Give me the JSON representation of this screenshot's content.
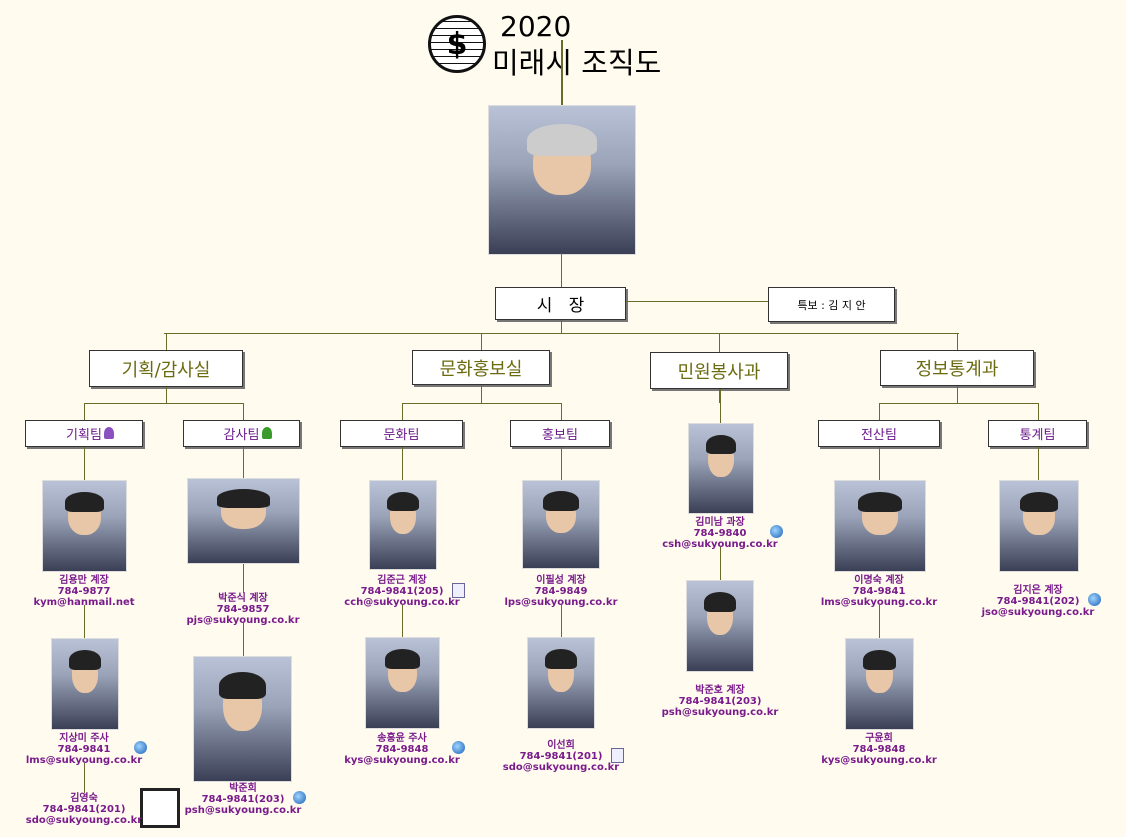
{
  "header": {
    "year": "2020",
    "title": "미래시 조직도",
    "logo": "dollar-globe-icon"
  },
  "top": {
    "mayor_label": "시   장",
    "aide_label": "특보 : 김 지 안"
  },
  "departments": [
    "기획/감사실",
    "문화홍보실",
    "민원봉사과",
    "정보통계과"
  ],
  "teams": [
    "기획팀",
    "감사팀",
    "문화팀",
    "홍보팀",
    "전산팀",
    "통계팀"
  ],
  "people": [
    {
      "name": "김용만 계장",
      "phone": "784-9877",
      "email": "kym@hanmail.net"
    },
    {
      "name": "지상미 주사",
      "phone": "784-9841",
      "email": "lms@sukyoung.co.kr"
    },
    {
      "name": "김영숙",
      "phone": "784-9841(201)",
      "email": "sdo@sukyoung.co.kr"
    },
    {
      "name": "박준식 계장",
      "phone": "784-9857",
      "email": "pjs@sukyoung.co.kr"
    },
    {
      "name": "박준희",
      "phone": "784-9841(203)",
      "email": "psh@sukyoung.co.kr"
    },
    {
      "name": "김준근 계장",
      "phone": "784-9841(205)",
      "email": "cch@sukyoung.co.kr"
    },
    {
      "name": "송홍윤 주사",
      "phone": "784-9848",
      "email": "kys@sukyoung.co.kr"
    },
    {
      "name": "이필성 계장",
      "phone": "784-9849",
      "email": "lps@sukyoung.co.kr"
    },
    {
      "name": "이선희",
      "phone": "784-9841(201)",
      "email": "sdo@sukyoung.co.kr"
    },
    {
      "name": "김미남 과장",
      "phone": "784-9840",
      "email": "csh@sukyoung.co.kr"
    },
    {
      "name": "박준호 계장",
      "phone": "784-9841(203)",
      "email": "psh@sukyoung.co.kr"
    },
    {
      "name": "이명숙 계장",
      "phone": "784-9841",
      "email": "lms@sukyoung.co.kr"
    },
    {
      "name": "구윤희",
      "phone": "784-9848",
      "email": "kys@sukyoung.co.kr"
    },
    {
      "name": "김지은 계장",
      "phone": "784-9841(202)",
      "email": "jso@sukyoung.co.kr"
    }
  ]
}
